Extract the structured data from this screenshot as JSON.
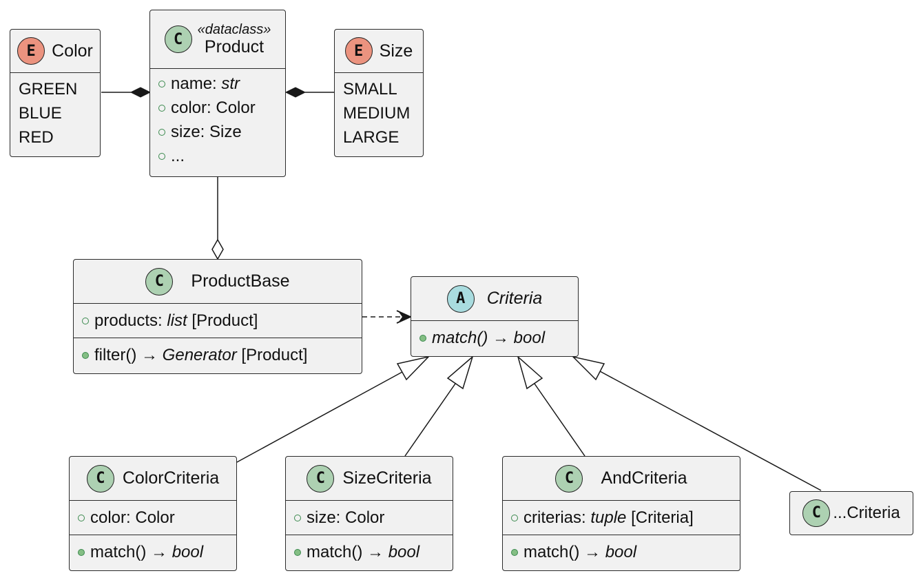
{
  "diagram": {
    "type": "uml-class-diagram",
    "colors": {
      "class_badge": "#add1b2",
      "enum_badge": "#eb937f",
      "abstract_badge": "#a9dcdf",
      "box_fill": "#f1f1f1",
      "public_member": "#84be84"
    },
    "color_enum": {
      "badge": "E",
      "name": "Color",
      "values": [
        "GREEN",
        "BLUE",
        "RED"
      ]
    },
    "product": {
      "badge": "C",
      "stereotype": "«dataclass»",
      "name": "Product",
      "fields": [
        {
          "name": "name: ",
          "type": "str",
          "suffix": ""
        },
        {
          "name": "color: Color",
          "type": "",
          "suffix": ""
        },
        {
          "name": "size: Size",
          "type": "",
          "suffix": ""
        },
        {
          "name": "...",
          "type": "",
          "suffix": ""
        }
      ]
    },
    "size_enum": {
      "badge": "E",
      "name": "Size",
      "values": [
        "SMALL",
        "MEDIUM",
        "LARGE"
      ]
    },
    "product_base": {
      "badge": "C",
      "name": "ProductBase",
      "field": {
        "name": "products: ",
        "type": "list",
        "suffix": " [Product]"
      },
      "method": {
        "name": "filter() → ",
        "type": "Generator",
        "suffix": " [Product]"
      }
    },
    "criteria": {
      "badge": "A",
      "name": "Criteria",
      "method": "match() → bool"
    },
    "color_criteria": {
      "badge": "C",
      "name": "ColorCriteria",
      "field": {
        "name": "color: Color",
        "type": "",
        "suffix": ""
      },
      "method": {
        "name": "match() → ",
        "type": "bool",
        "suffix": ""
      }
    },
    "size_criteria": {
      "badge": "C",
      "name": "SizeCriteria",
      "field": {
        "name": "size: Color",
        "type": "",
        "suffix": ""
      },
      "method": {
        "name": "match() → ",
        "type": "bool",
        "suffix": ""
      }
    },
    "and_criteria": {
      "badge": "C",
      "name": "AndCriteria",
      "field": {
        "name": "criterias: ",
        "type": "tuple",
        "suffix": " [Criteria]"
      },
      "method": {
        "name": "match() → ",
        "type": "bool",
        "suffix": ""
      }
    },
    "more_criteria": {
      "badge": "C",
      "name": "...Criteria"
    },
    "relations": [
      {
        "from": "color_enum",
        "to": "product",
        "kind": "composition"
      },
      {
        "from": "size_enum",
        "to": "product",
        "kind": "composition"
      },
      {
        "from": "product",
        "to": "product_base",
        "kind": "aggregation"
      },
      {
        "from": "product_base",
        "to": "criteria",
        "kind": "dependency"
      },
      {
        "from": "color_criteria",
        "to": "criteria",
        "kind": "generalization"
      },
      {
        "from": "size_criteria",
        "to": "criteria",
        "kind": "generalization"
      },
      {
        "from": "and_criteria",
        "to": "criteria",
        "kind": "generalization"
      },
      {
        "from": "more_criteria",
        "to": "criteria",
        "kind": "generalization"
      }
    ]
  }
}
